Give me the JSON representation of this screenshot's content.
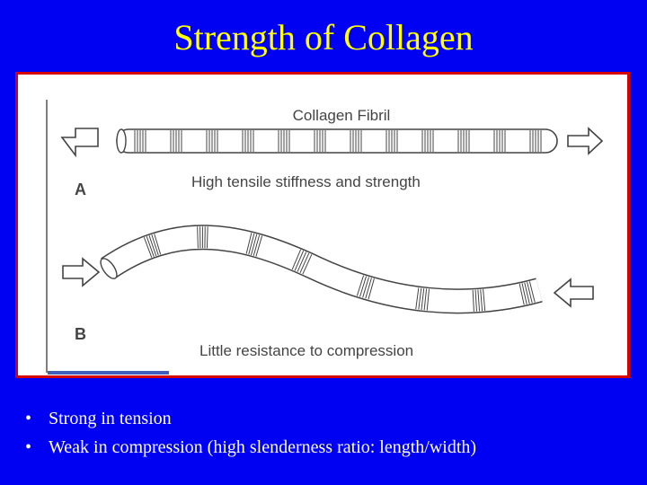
{
  "slide": {
    "title": "Strength of Collagen"
  },
  "figure": {
    "fibril_heading": "Collagen Fibril",
    "panel_a": {
      "letter": "A",
      "caption": "High tensile stiffness and strength"
    },
    "panel_b": {
      "letter": "B",
      "caption": "Little resistance to compression"
    },
    "colors": {
      "frame_border": "#d60000",
      "drawing_stroke": "#444444",
      "corner_bar": "#3f5fbf"
    }
  },
  "bullets": [
    "Strong in tension",
    "Weak in compression (high slenderness ratio: length/width)"
  ],
  "colors": {
    "background": "#0000f2",
    "title": "#ffff00",
    "bullet_text": "#ffffff"
  }
}
